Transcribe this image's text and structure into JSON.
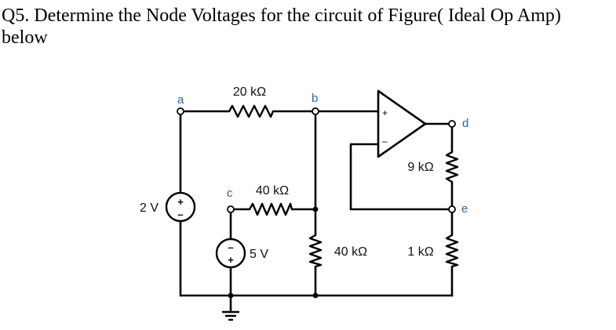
{
  "question": {
    "text": "Q5. Determine the Node Voltages for the circuit of Figure( Ideal Op Amp) below"
  },
  "circuit": {
    "nodes": {
      "a": "a",
      "b": "b",
      "c": "c",
      "d": "d",
      "e": "e"
    },
    "components": {
      "r_ab": "20 kΩ",
      "r_c": "40 kΩ",
      "r_b_ground": "40 kΩ",
      "r_feedback": "9 kΩ",
      "r_e_ground": "1 kΩ",
      "source_left": "2 V",
      "source_c": "5 V"
    },
    "opamp": {
      "plus": "+",
      "minus": "–"
    },
    "source_left_signs": {
      "plus": "+",
      "minus": "–"
    },
    "source_c_signs": {
      "plus": "+",
      "minus": "–"
    },
    "colors": {
      "wire": "#000000",
      "node_label": "#2a62a8",
      "component_label": "#111111"
    }
  }
}
